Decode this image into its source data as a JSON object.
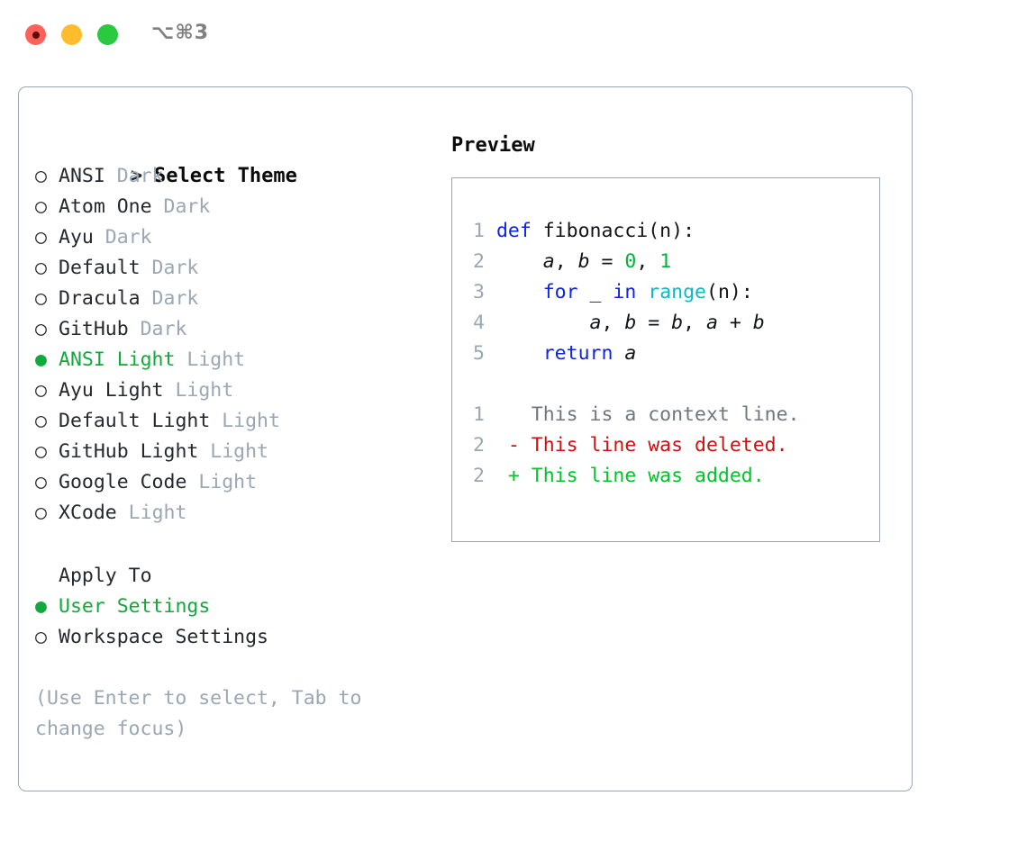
{
  "window": {
    "title": "⌥⌘3",
    "controls": [
      {
        "name": "close",
        "color": "#ff6058"
      },
      {
        "name": "minimize",
        "color": "#ffbd2e"
      },
      {
        "name": "maximize",
        "color": "#2ac940"
      }
    ]
  },
  "theme_picker": {
    "header_marker": ">",
    "header": "Select Theme",
    "unselected_marker": "○",
    "selected_marker": "●",
    "accent_color": "#11a83c",
    "items": [
      {
        "name": "ANSI",
        "tag": "Dark",
        "selected": false
      },
      {
        "name": "Atom One",
        "tag": "Dark",
        "selected": false
      },
      {
        "name": "Ayu",
        "tag": "Dark",
        "selected": false
      },
      {
        "name": "Default",
        "tag": "Dark",
        "selected": false
      },
      {
        "name": "Dracula",
        "tag": "Dark",
        "selected": false
      },
      {
        "name": "GitHub",
        "tag": "Dark",
        "selected": false
      },
      {
        "name": "ANSI Light",
        "tag": "Light",
        "selected": true
      },
      {
        "name": "Ayu Light",
        "tag": "Light",
        "selected": false
      },
      {
        "name": "Default Light",
        "tag": "Light",
        "selected": false
      },
      {
        "name": "GitHub Light",
        "tag": "Light",
        "selected": false
      },
      {
        "name": "Google Code",
        "tag": "Light",
        "selected": false
      },
      {
        "name": "XCode",
        "tag": "Light",
        "selected": false
      }
    ]
  },
  "apply_to": {
    "header": "Apply To",
    "items": [
      {
        "label": "User Settings",
        "selected": true
      },
      {
        "label": "Workspace Settings",
        "selected": false
      }
    ]
  },
  "hint": "(Use Enter to select, Tab to change focus)",
  "preview": {
    "title": "Preview",
    "code_lines": [
      {
        "num": "1",
        "tokens": [
          {
            "t": "def",
            "c": "kw"
          },
          {
            "t": " fibonacci(n):",
            "c": "plain"
          }
        ]
      },
      {
        "num": "2",
        "tokens": [
          {
            "t": "    ",
            "c": "plain"
          },
          {
            "t": "a",
            "c": "var"
          },
          {
            "t": ", ",
            "c": "plain"
          },
          {
            "t": "b",
            "c": "var"
          },
          {
            "t": " = ",
            "c": "plain"
          },
          {
            "t": "0",
            "c": "num"
          },
          {
            "t": ", ",
            "c": "plain"
          },
          {
            "t": "1",
            "c": "num"
          }
        ]
      },
      {
        "num": "3",
        "tokens": [
          {
            "t": "    ",
            "c": "plain"
          },
          {
            "t": "for",
            "c": "kw"
          },
          {
            "t": " _ ",
            "c": "plain"
          },
          {
            "t": "in",
            "c": "kw"
          },
          {
            "t": " ",
            "c": "plain"
          },
          {
            "t": "range",
            "c": "fn"
          },
          {
            "t": "(n):",
            "c": "plain"
          }
        ]
      },
      {
        "num": "4",
        "tokens": [
          {
            "t": "        ",
            "c": "plain"
          },
          {
            "t": "a",
            "c": "var"
          },
          {
            "t": ", ",
            "c": "plain"
          },
          {
            "t": "b",
            "c": "var"
          },
          {
            "t": " = ",
            "c": "plain"
          },
          {
            "t": "b",
            "c": "var"
          },
          {
            "t": ", ",
            "c": "plain"
          },
          {
            "t": "a",
            "c": "var"
          },
          {
            "t": " + ",
            "c": "plain"
          },
          {
            "t": "b",
            "c": "var"
          }
        ]
      },
      {
        "num": "5",
        "tokens": [
          {
            "t": "    ",
            "c": "plain"
          },
          {
            "t": "return",
            "c": "kw"
          },
          {
            "t": " ",
            "c": "plain"
          },
          {
            "t": "a",
            "c": "var"
          }
        ]
      }
    ],
    "diff_lines": [
      {
        "num": "1",
        "sign": " ",
        "text": "This is a context line.",
        "kind": "ctx"
      },
      {
        "num": "2",
        "sign": "-",
        "text": "This line was deleted.",
        "kind": "del"
      },
      {
        "num": "2",
        "sign": "+",
        "text": "This line was added.",
        "kind": "add"
      }
    ]
  }
}
